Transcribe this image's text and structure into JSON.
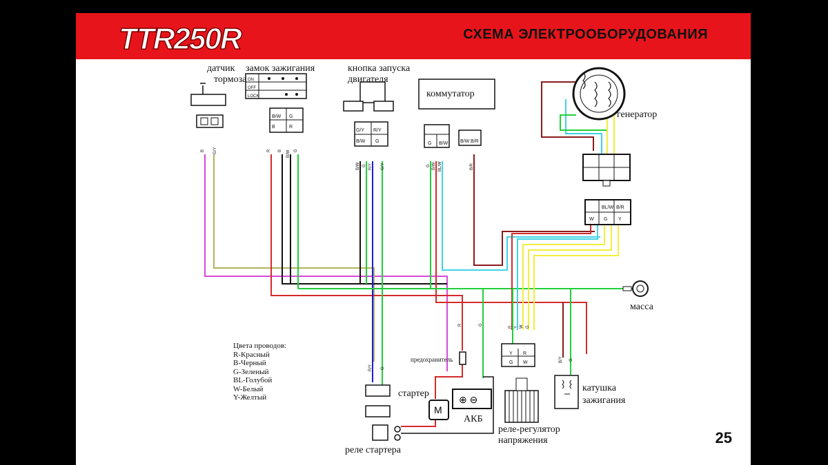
{
  "header": {
    "logo_text": "TTR250R",
    "title": "СХЕМА ЭЛЕКТРООБОРУДОВАНИЯ",
    "brand_color": "#e8141b"
  },
  "components": {
    "brake_sensor": "датчик тормоза",
    "brake_sensor_line1": "датчик",
    "brake_sensor_line2": "тормоза",
    "ignition_lock": "замок зажигания",
    "lock_positions": [
      "ON",
      "OFF",
      "LOCK"
    ],
    "start_button": "кнопка запуска двигателя",
    "start_button_line1": "кнопка запуска",
    "start_button_line2": "двигателя",
    "commutator": "коммутатор",
    "generator": "генератор",
    "ground": "масса",
    "fuse": "предохранитель",
    "starter": "стартер",
    "battery": "АКБ",
    "starter_relay": "реле стартера",
    "regulator": "реле-регулятор напряжения",
    "regulator_line1": "реле-регулятор",
    "regulator_line2": "напряжения",
    "ignition_coil": "катушка зажигания",
    "ignition_coil_line1": "катушка",
    "ignition_coil_line2": "зажигания"
  },
  "connector_pins": {
    "ignition": [
      "B/W",
      "G",
      "B",
      "R"
    ],
    "start_button": [
      "G/Y",
      "R/Y",
      "B/W",
      "G"
    ],
    "commutator_left": [
      "G",
      "B/W"
    ],
    "commutator_right": [
      "B/W",
      "B/R"
    ],
    "generator_bottom": [
      "BL/W",
      "B/R",
      "W",
      "G",
      "Y"
    ],
    "regulator": [
      "Y",
      "R",
      "G",
      "W"
    ]
  },
  "wire_labels": {
    "brake": [
      "B",
      "G/Y"
    ],
    "ignition": [
      "R",
      "B",
      "B/W",
      "G"
    ],
    "start_button": [
      "B/W",
      "G",
      "R/Y",
      "G/Y"
    ],
    "commutator": [
      "G",
      "B/W",
      "BL/W",
      "B/R"
    ],
    "regulator": [
      "R",
      "Y",
      "W",
      "G"
    ],
    "battery": [
      "R",
      "G"
    ],
    "starter_relay": [
      "R/Y",
      "G"
    ],
    "coil": [
      "B/Y",
      "G"
    ]
  },
  "legend": {
    "title": "Цвета проводов:",
    "items": [
      "R-Красный",
      "B-Черный",
      "G-Зеленый",
      "BL-Голубой",
      "W-Белый",
      "Y-Желтый"
    ]
  },
  "colors": {
    "red": "#d42a2a",
    "black": "#111111",
    "green": "#1fcf3a",
    "blue": "#1a1ae6",
    "cyan": "#3fd3e6",
    "yellow": "#f2ee3c",
    "magenta": "#d948d9",
    "olive": "#b3b25a",
    "brown": "#8a1a1a"
  },
  "page_number": "25"
}
